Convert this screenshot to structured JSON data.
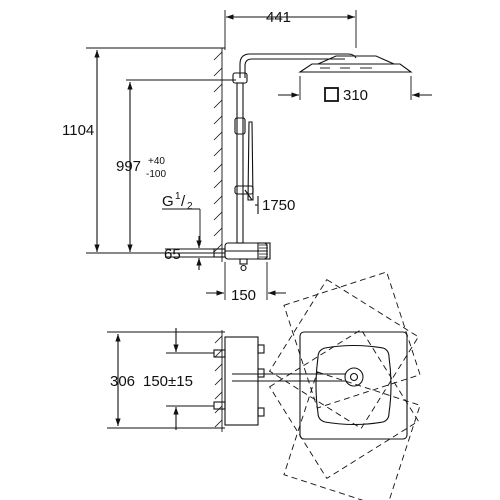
{
  "dimensions": {
    "arm_length": "441",
    "head_size": "310",
    "total_height": "1104",
    "bar_height": "997",
    "bar_height_tol_upper": "+40",
    "bar_height_tol_lower": "-100",
    "thread": "G",
    "thread_num": "1",
    "thread_den": "2",
    "hand_shower_height": "1750",
    "inlet_height": "65",
    "projection": "150",
    "plan_width": "306",
    "plan_centers": "150±15"
  }
}
